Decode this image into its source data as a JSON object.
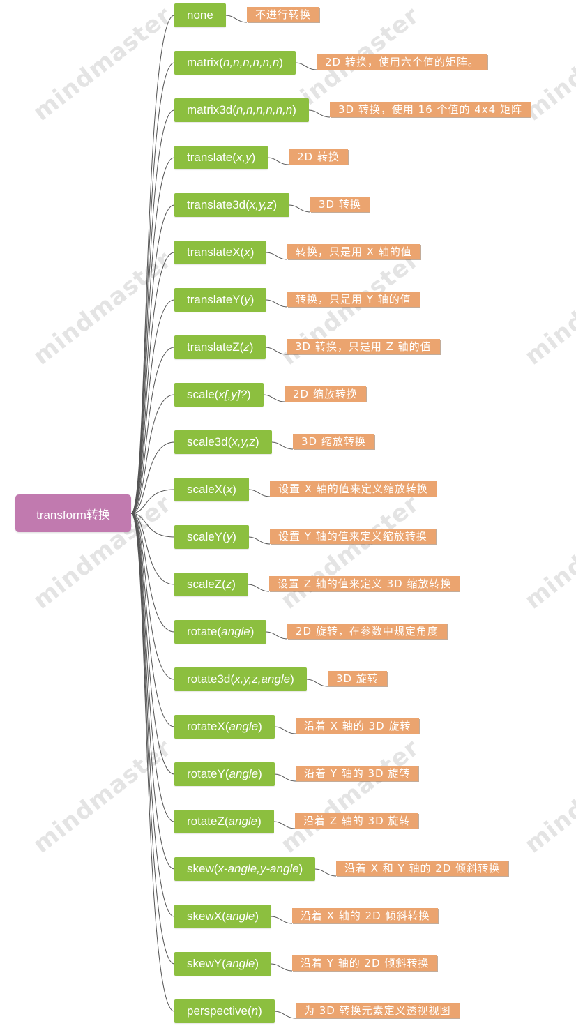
{
  "watermark": {
    "text": "mindmaster"
  },
  "root": {
    "label": "transform转换"
  },
  "items": [
    {
      "name": "none",
      "args": "",
      "desc": "不进行转换"
    },
    {
      "name": "matrix",
      "args": "n,n,n,n,n,n",
      "desc": "2D 转换，使用六个值的矩阵。"
    },
    {
      "name": "matrix3d",
      "args": "n,n,n,n,n,n",
      "desc": "3D 转换，使用 16 个值的 4x4 矩阵"
    },
    {
      "name": "translate",
      "args": "x,y",
      "desc": "2D 转换"
    },
    {
      "name": "translate3d",
      "args": "x,y,z",
      "desc": "3D 转换"
    },
    {
      "name": "translateX",
      "args": "x",
      "desc": "转换，只是用 X 轴的值"
    },
    {
      "name": "translateY",
      "args": "y",
      "desc": "转换，只是用 Y 轴的值"
    },
    {
      "name": "translateZ",
      "args": "z",
      "desc": "3D 转换，只是用 Z 轴的值"
    },
    {
      "name": "scale",
      "args": "x[,y]?",
      "desc": "2D 缩放转换"
    },
    {
      "name": "scale3d",
      "args": "x,y,z",
      "desc": "3D 缩放转换"
    },
    {
      "name": "scaleX",
      "args": "x",
      "desc": "设置 X 轴的值来定义缩放转换"
    },
    {
      "name": "scaleY",
      "args": "y",
      "desc": "设置 Y 轴的值来定义缩放转换"
    },
    {
      "name": "scaleZ",
      "args": "z",
      "desc": "设置 Z 轴的值来定义 3D 缩放转换"
    },
    {
      "name": "rotate",
      "args": "angle",
      "desc": "2D 旋转，在参数中规定角度"
    },
    {
      "name": "rotate3d",
      "args": "x,y,z,angle",
      "desc": "3D 旋转"
    },
    {
      "name": "rotateX",
      "args": "angle",
      "desc": "沿着 X 轴的 3D 旋转"
    },
    {
      "name": "rotateY",
      "args": "angle",
      "desc": "沿着 Y 轴的 3D 旋转"
    },
    {
      "name": "rotateZ",
      "args": "angle",
      "desc": "沿着 Z 轴的 3D 旋转"
    },
    {
      "name": "skew",
      "args": "x-angle,y-angle",
      "desc": "沿着 X 和 Y 轴的 2D 倾斜转换"
    },
    {
      "name": "skewX",
      "args": "angle",
      "desc": "沿着 X 轴的 2D 倾斜转换"
    },
    {
      "name": "skewY",
      "args": "angle",
      "desc": "沿着 Y 轴的 2D 倾斜转换"
    },
    {
      "name": "perspective",
      "args": "n",
      "desc": "为 3D 转换元素定义透视视图"
    }
  ],
  "colors": {
    "root": "#c17aaf",
    "node": "#8cbf3f",
    "note": "#eba46f",
    "wire": "#555555",
    "watermark": "#e4e4e4"
  }
}
